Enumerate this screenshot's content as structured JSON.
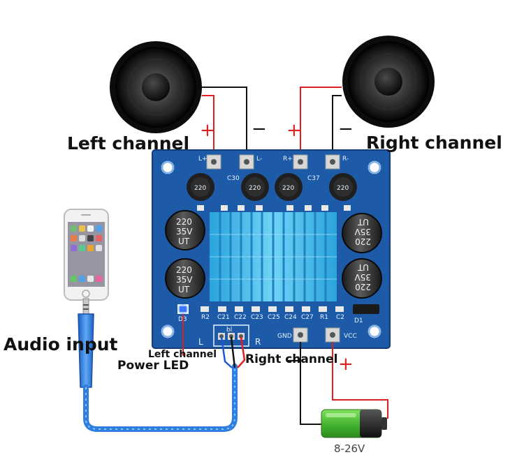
{
  "labels": {
    "left_channel_top": "Left channel",
    "right_channel_top": "Right channel",
    "audio_input": "Audio input",
    "left_channel_small": "Left channel",
    "power_led": "Power LED",
    "right_channel_small": "Right channel",
    "battery_voltage": "8-26V"
  },
  "signs": {
    "plus": "+",
    "minus": "−"
  },
  "pcb": {
    "pad_labels": {
      "l_plus": "L+",
      "l_minus": "L-",
      "r_plus": "R+",
      "r_minus": "R-"
    },
    "inductor_label": "220",
    "capacitor_value": "220",
    "capacitor_voltage": "35V",
    "capacitor_brand": "UT",
    "component_labels": [
      "R2",
      "C21",
      "C22",
      "C23",
      "C25",
      "C24",
      "C27",
      "R1",
      "C2"
    ],
    "small_labels": {
      "c30": "C30",
      "c37": "C37",
      "d3": "D3",
      "d1": "D1",
      "bl": "bl"
    },
    "input_l": "L",
    "input_r": "R",
    "gnd": "GND",
    "vcc": "VCC"
  },
  "colors": {
    "pcb": "#1d5aa8",
    "heatsink": "#3cb6e8",
    "wire_red": "#e02020",
    "wire_black": "#111111",
    "wire_blue": "#1e56d8",
    "cable": "#2f7fe0",
    "battery_green": "#4ec23b"
  },
  "icons": [
    "speaker-icon",
    "phone-icon",
    "audio-jack-icon",
    "battery-icon",
    "led-icon"
  ]
}
